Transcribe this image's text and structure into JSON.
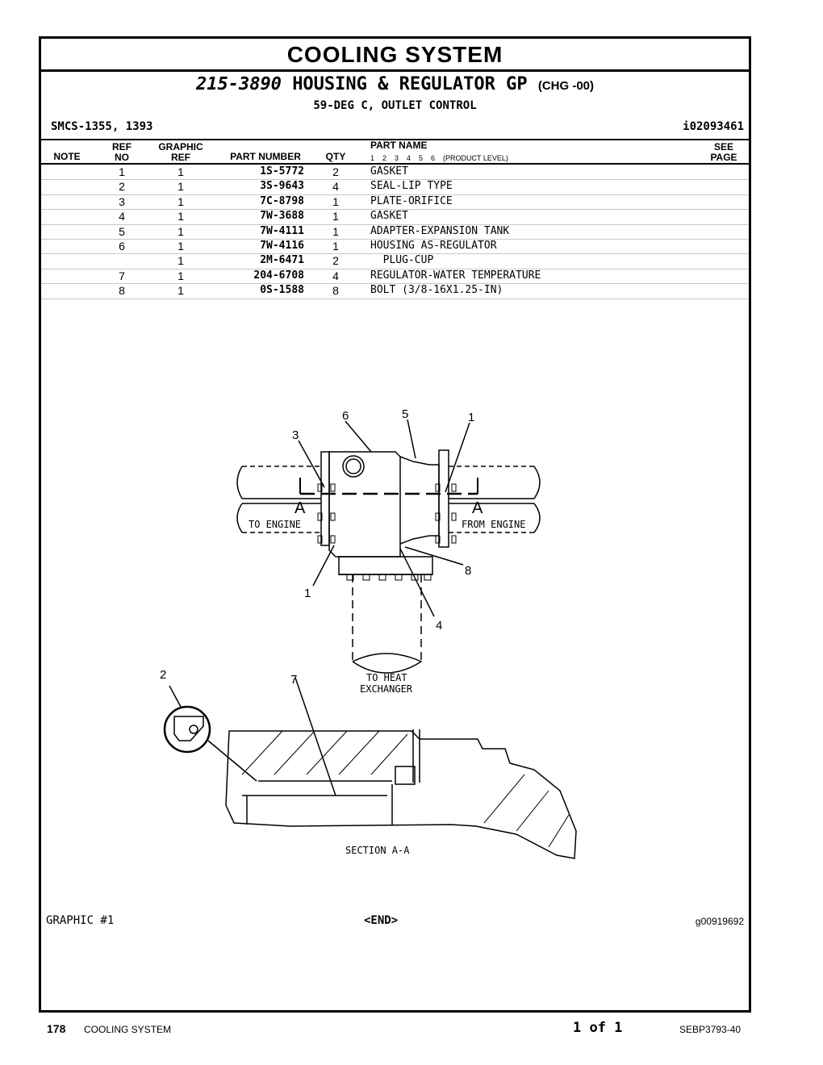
{
  "header": {
    "title": "COOLING SYSTEM",
    "group_part_number": "215-3890",
    "group_name": "HOUSING & REGULATOR GP",
    "change_level": "(CHG -00)",
    "subtitle": "59-DEG C, OUTLET CONTROL",
    "smcs": "SMCS-1355, 1393",
    "illustration_id": "i02093461"
  },
  "table": {
    "headers": {
      "note": "NOTE",
      "ref_no_top": "REF",
      "ref_no_bottom": "NO",
      "graphic_ref_top": "GRAPHIC",
      "graphic_ref_bottom": "REF",
      "part_number": "PART NUMBER",
      "qty": "QTY",
      "part_name": "PART NAME",
      "product_level": "1    2    3    4    5    6    (PRODUCT LEVEL)",
      "see_page_top": "SEE",
      "see_page_bottom": "PAGE"
    },
    "rows": [
      {
        "ref": "1",
        "graphic_ref": "1",
        "part_number": "1S-5772",
        "qty": "2",
        "name": "GASKET"
      },
      {
        "ref": "2",
        "graphic_ref": "1",
        "part_number": "3S-9643",
        "qty": "4",
        "name": "SEAL-LIP TYPE"
      },
      {
        "ref": "3",
        "graphic_ref": "1",
        "part_number": "7C-8798",
        "qty": "1",
        "name": "PLATE-ORIFICE"
      },
      {
        "ref": "4",
        "graphic_ref": "1",
        "part_number": "7W-3688",
        "qty": "1",
        "name": "GASKET"
      },
      {
        "ref": "5",
        "graphic_ref": "1",
        "part_number": "7W-4111",
        "qty": "1",
        "name": "ADAPTER-EXPANSION TANK"
      },
      {
        "ref": "6",
        "graphic_ref": "1",
        "part_number": "7W-4116",
        "qty": "1",
        "name": "HOUSING AS-REGULATOR"
      },
      {
        "ref": "",
        "graphic_ref": "1",
        "part_number": "2M-6471",
        "qty": "2",
        "name": "  PLUG-CUP"
      },
      {
        "ref": "7",
        "graphic_ref": "1",
        "part_number": "204-6708",
        "qty": "4",
        "name": "REGULATOR-WATER TEMPERATURE"
      },
      {
        "ref": "8",
        "graphic_ref": "1",
        "part_number": "0S-1588",
        "qty": "8",
        "name": "BOLT (3/8-16X1.25-IN)"
      }
    ]
  },
  "drawing": {
    "callouts": [
      "1",
      "2",
      "3",
      "4",
      "5",
      "6",
      "7",
      "8",
      "1"
    ],
    "section_marks": [
      "A",
      "A"
    ],
    "labels": {
      "to_engine": "TO ENGINE",
      "from_engine": "FROM ENGINE",
      "to_heat_1": "TO HEAT",
      "to_heat_2": "EXCHANGER",
      "section": "SECTION A-A"
    }
  },
  "graphic_label": "GRAPHIC #1",
  "end_label": "<END>",
  "graphic_ref": "g00919692",
  "footer": {
    "page_number": "178",
    "section": "COOLING SYSTEM",
    "page_of": "1 of 1",
    "doc_number": "SEBP3793-40"
  }
}
